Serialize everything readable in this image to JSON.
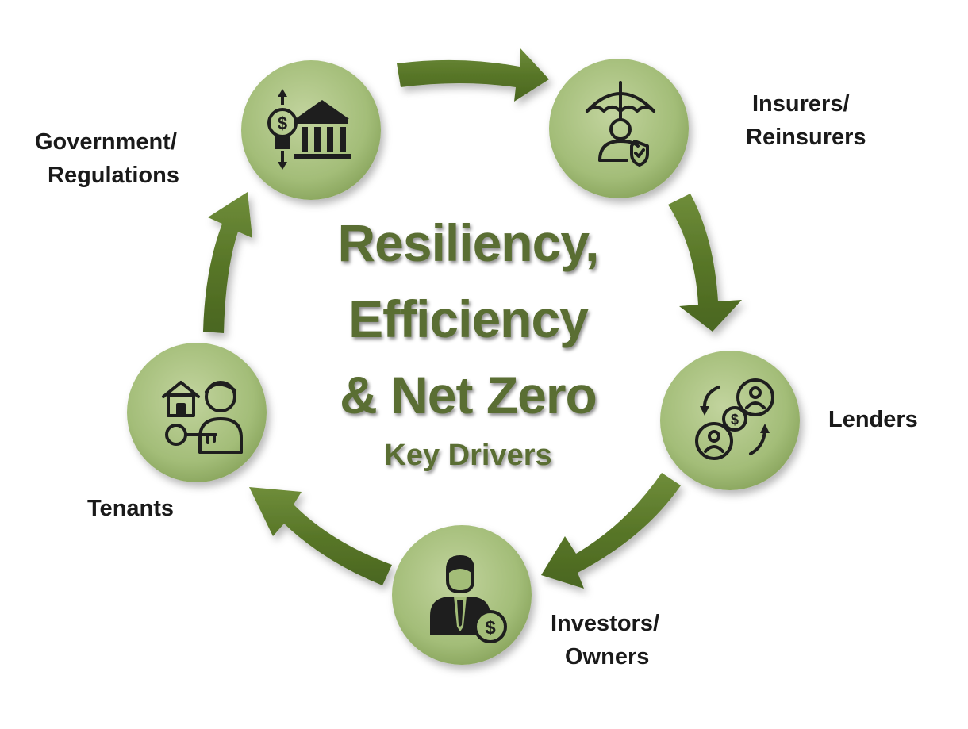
{
  "title": {
    "line1": "Resiliency,",
    "line2": "Efficiency",
    "line3": "& Net Zero",
    "subtitle": "Key Drivers"
  },
  "nodes": [
    {
      "id": "government",
      "label_lines": [
        "Government/",
        "Regulations"
      ],
      "icon": "bank-lightbulb-icon"
    },
    {
      "id": "insurers",
      "label_lines": [
        "Insurers/",
        "Reinsurers"
      ],
      "icon": "umbrella-shield-person-icon"
    },
    {
      "id": "lenders",
      "label_lines": [
        "Lenders"
      ],
      "icon": "money-exchange-icon"
    },
    {
      "id": "investors",
      "label_lines": [
        "Investors/",
        "Owners"
      ],
      "icon": "businessman-dollar-icon"
    },
    {
      "id": "tenants",
      "label_lines": [
        "Tenants"
      ],
      "icon": "tenant-house-key-icon"
    }
  ],
  "colors": {
    "circle_light": "#b4c98e",
    "circle_dark": "#7f9a54",
    "arrow": "#5d7a2e",
    "icon": "#1e1e1e",
    "title": "#5a6e33"
  }
}
